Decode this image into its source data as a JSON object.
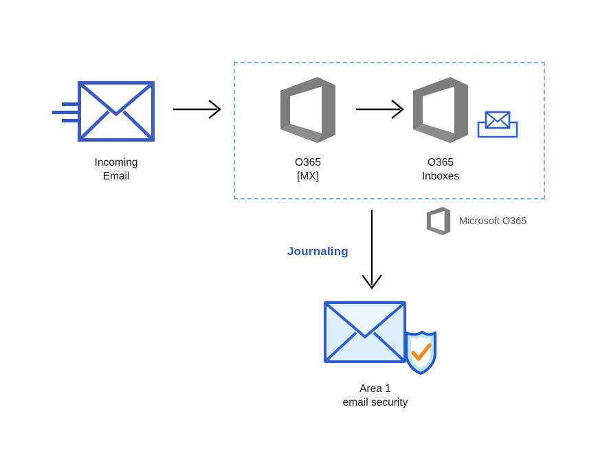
{
  "diagram": {
    "title": "Microsoft O365 journaling to Area 1 email security flow",
    "colors": {
      "envelope_blue": "#3b5cc4",
      "signal_blue": "#2b57c4",
      "dashed_border": "#6cb8d6",
      "o365_gray": "#7d7d7d",
      "arrow_black": "#000000",
      "journaling_blue": "#2b57c4",
      "area1_border": "#2b5fd9",
      "area1_fill": "#dceefb",
      "area1_flap": "#eaf6fd",
      "shield_outline": "#1e5ad6",
      "shield_band": "#bfe6f7",
      "check_orange": "#f08a24",
      "legend_text": "#5a5a5a",
      "label_text": "#1a1a1a"
    },
    "nodes": {
      "incoming_email": {
        "label": "Incoming\nEmail",
        "icon": "envelope-icon"
      },
      "o365_mx": {
        "label": "O365\n[MX]",
        "icon": "office365-logo-icon"
      },
      "o365_inboxes": {
        "label": "O365\nInboxes",
        "icon": "office365-logo-icon",
        "secondary_icon": "inbox-tray-envelope-icon"
      },
      "area1": {
        "label": "Area 1\nemail security",
        "icon": "shielded-envelope-icon"
      }
    },
    "edges": {
      "incoming_to_mx": {
        "name": "arrow-incoming-to-mx",
        "direction": "right"
      },
      "mx_to_inboxes": {
        "name": "arrow-mx-to-inboxes",
        "direction": "right"
      },
      "journaling": {
        "name": "arrow-journaling-down",
        "direction": "down",
        "label": "Journaling"
      }
    },
    "legend": {
      "label": "Microsoft O365",
      "icon": "office365-logo-icon"
    },
    "group_box": {
      "name": "o365-boundary-box",
      "style": "dashed"
    }
  }
}
